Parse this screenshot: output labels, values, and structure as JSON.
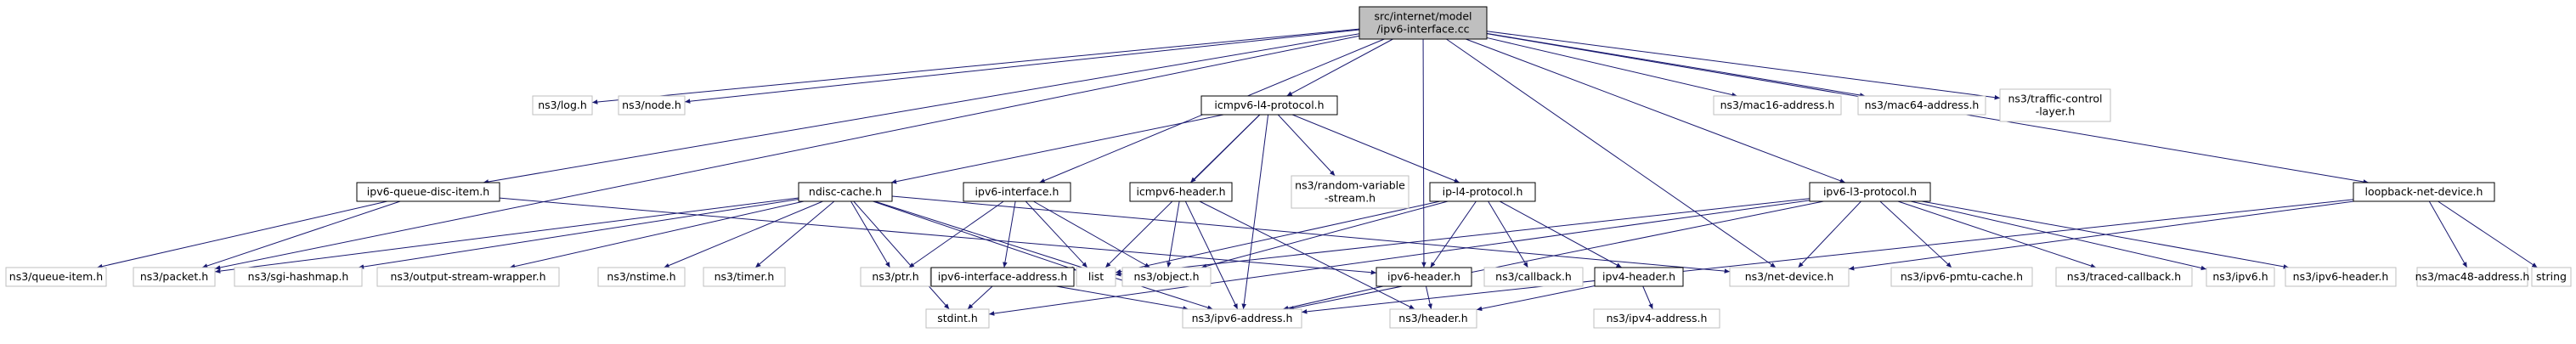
{
  "diagram": {
    "colors": {
      "edge": "#191970",
      "root_fill": "#bfbfbf",
      "border_dark": "#000000",
      "border_light": "#bfbfbf",
      "text": "#000000"
    },
    "nodes": [
      {
        "id": "root",
        "lines": [
          "src/internet/model",
          "/ipv6-interface.cc"
        ],
        "style": "root"
      },
      {
        "id": "log",
        "lines": [
          "ns3/log.h"
        ],
        "style": "light"
      },
      {
        "id": "node",
        "lines": [
          "ns3/node.h"
        ],
        "style": "light"
      },
      {
        "id": "icmpv6l4",
        "lines": [
          "icmpv6-l4-protocol.h"
        ],
        "style": "dark"
      },
      {
        "id": "mac16",
        "lines": [
          "ns3/mac16-address.h"
        ],
        "style": "light"
      },
      {
        "id": "mac64",
        "lines": [
          "ns3/mac64-address.h"
        ],
        "style": "light"
      },
      {
        "id": "traffic",
        "lines": [
          "ns3/traffic-control",
          "-layer.h"
        ],
        "style": "light"
      },
      {
        "id": "qdisc",
        "lines": [
          "ipv6-queue-disc-item.h"
        ],
        "style": "dark"
      },
      {
        "id": "ndisc",
        "lines": [
          "ndisc-cache.h"
        ],
        "style": "dark"
      },
      {
        "id": "ipv6if",
        "lines": [
          "ipv6-interface.h"
        ],
        "style": "dark"
      },
      {
        "id": "icmpv6hdr",
        "lines": [
          "icmpv6-header.h"
        ],
        "style": "dark"
      },
      {
        "id": "randvar",
        "lines": [
          "ns3/random-variable",
          "-stream.h"
        ],
        "style": "light"
      },
      {
        "id": "ipl4",
        "lines": [
          "ip-l4-protocol.h"
        ],
        "style": "dark"
      },
      {
        "id": "ipv6l3",
        "lines": [
          "ipv6-l3-protocol.h"
        ],
        "style": "dark"
      },
      {
        "id": "loopback",
        "lines": [
          "loopback-net-device.h"
        ],
        "style": "dark"
      },
      {
        "id": "queueitem",
        "lines": [
          "ns3/queue-item.h"
        ],
        "style": "light"
      },
      {
        "id": "packet",
        "lines": [
          "ns3/packet.h"
        ],
        "style": "light"
      },
      {
        "id": "sgi",
        "lines": [
          "ns3/sgi-hashmap.h"
        ],
        "style": "light"
      },
      {
        "id": "osw",
        "lines": [
          "ns3/output-stream-wrapper.h"
        ],
        "style": "light"
      },
      {
        "id": "nstime",
        "lines": [
          "ns3/nstime.h"
        ],
        "style": "light"
      },
      {
        "id": "timer",
        "lines": [
          "ns3/timer.h"
        ],
        "style": "light"
      },
      {
        "id": "ptr",
        "lines": [
          "ns3/ptr.h"
        ],
        "style": "light"
      },
      {
        "id": "ipv6ifaddr",
        "lines": [
          "ipv6-interface-address.h"
        ],
        "style": "dark"
      },
      {
        "id": "list",
        "lines": [
          "list"
        ],
        "style": "light"
      },
      {
        "id": "object",
        "lines": [
          "ns3/object.h"
        ],
        "style": "light"
      },
      {
        "id": "ipv6hdr",
        "lines": [
          "ipv6-header.h"
        ],
        "style": "dark"
      },
      {
        "id": "callback",
        "lines": [
          "ns3/callback.h"
        ],
        "style": "light"
      },
      {
        "id": "ipv4hdr",
        "lines": [
          "ipv4-header.h"
        ],
        "style": "dark"
      },
      {
        "id": "netdevice",
        "lines": [
          "ns3/net-device.h"
        ],
        "style": "light"
      },
      {
        "id": "pmtu",
        "lines": [
          "ns3/ipv6-pmtu-cache.h"
        ],
        "style": "light"
      },
      {
        "id": "tracedcb",
        "lines": [
          "ns3/traced-callback.h"
        ],
        "style": "light"
      },
      {
        "id": "ipv6h",
        "lines": [
          "ns3/ipv6.h"
        ],
        "style": "light"
      },
      {
        "id": "nsipv6hdr",
        "lines": [
          "ns3/ipv6-header.h"
        ],
        "style": "light"
      },
      {
        "id": "mac48",
        "lines": [
          "ns3/mac48-address.h"
        ],
        "style": "light"
      },
      {
        "id": "string",
        "lines": [
          "string"
        ],
        "style": "light"
      },
      {
        "id": "stdint",
        "lines": [
          "stdint.h"
        ],
        "style": "light"
      },
      {
        "id": "ipv6addr",
        "lines": [
          "ns3/ipv6-address.h"
        ],
        "style": "light"
      },
      {
        "id": "header",
        "lines": [
          "ns3/header.h"
        ],
        "style": "light"
      },
      {
        "id": "ipv4addr",
        "lines": [
          "ns3/ipv4-address.h"
        ],
        "style": "light"
      }
    ],
    "edges": [
      [
        "root",
        "log"
      ],
      [
        "root",
        "node"
      ],
      [
        "root",
        "icmpv6l4"
      ],
      [
        "root",
        "mac16"
      ],
      [
        "root",
        "mac64"
      ],
      [
        "root",
        "traffic"
      ],
      [
        "root",
        "qdisc"
      ],
      [
        "root",
        "ipv6if"
      ],
      [
        "root",
        "ipv6l3"
      ],
      [
        "root",
        "loopback"
      ],
      [
        "root",
        "packet"
      ],
      [
        "root",
        "netdevice"
      ],
      [
        "root",
        "ipv6hdr"
      ],
      [
        "icmpv6l4",
        "ndisc"
      ],
      [
        "icmpv6l4",
        "icmpv6hdr"
      ],
      [
        "icmpv6l4",
        "randvar"
      ],
      [
        "icmpv6l4",
        "ipl4"
      ],
      [
        "icmpv6l4",
        "list"
      ],
      [
        "icmpv6l4",
        "ipv6addr"
      ],
      [
        "qdisc",
        "queueitem"
      ],
      [
        "qdisc",
        "packet"
      ],
      [
        "qdisc",
        "ipv6hdr"
      ],
      [
        "ndisc",
        "packet"
      ],
      [
        "ndisc",
        "sgi"
      ],
      [
        "ndisc",
        "osw"
      ],
      [
        "ndisc",
        "nstime"
      ],
      [
        "ndisc",
        "timer"
      ],
      [
        "ndisc",
        "ptr"
      ],
      [
        "ndisc",
        "list"
      ],
      [
        "ndisc",
        "netdevice"
      ],
      [
        "ndisc",
        "stdint"
      ],
      [
        "ndisc",
        "ipv6addr"
      ],
      [
        "ipv6if",
        "ptr"
      ],
      [
        "ipv6if",
        "ipv6ifaddr"
      ],
      [
        "ipv6if",
        "list"
      ],
      [
        "ipv6if",
        "object"
      ],
      [
        "icmpv6hdr",
        "object"
      ],
      [
        "icmpv6hdr",
        "ipv6addr"
      ],
      [
        "icmpv6hdr",
        "header"
      ],
      [
        "ipl4",
        "list"
      ],
      [
        "ipl4",
        "ipv6hdr"
      ],
      [
        "ipl4",
        "callback"
      ],
      [
        "ipl4",
        "ipv4hdr"
      ],
      [
        "ipl4",
        "object"
      ],
      [
        "ipv6l3",
        "list"
      ],
      [
        "ipv6l3",
        "netdevice"
      ],
      [
        "ipv6l3",
        "pmtu"
      ],
      [
        "ipv6l3",
        "tracedcb"
      ],
      [
        "ipv6l3",
        "ipv6h"
      ],
      [
        "ipv6l3",
        "nsipv6hdr"
      ],
      [
        "ipv6l3",
        "stdint"
      ],
      [
        "ipv6l3",
        "ipv6addr"
      ],
      [
        "loopback",
        "netdevice"
      ],
      [
        "loopback",
        "mac48"
      ],
      [
        "loopback",
        "string"
      ],
      [
        "loopback",
        "ipv6addr"
      ],
      [
        "ipv6ifaddr",
        "stdint"
      ],
      [
        "ipv6ifaddr",
        "ipv6addr"
      ],
      [
        "ipv6hdr",
        "header"
      ],
      [
        "ipv6hdr",
        "ipv6addr"
      ],
      [
        "ipv4hdr",
        "header"
      ],
      [
        "ipv4hdr",
        "ipv4addr"
      ]
    ]
  }
}
